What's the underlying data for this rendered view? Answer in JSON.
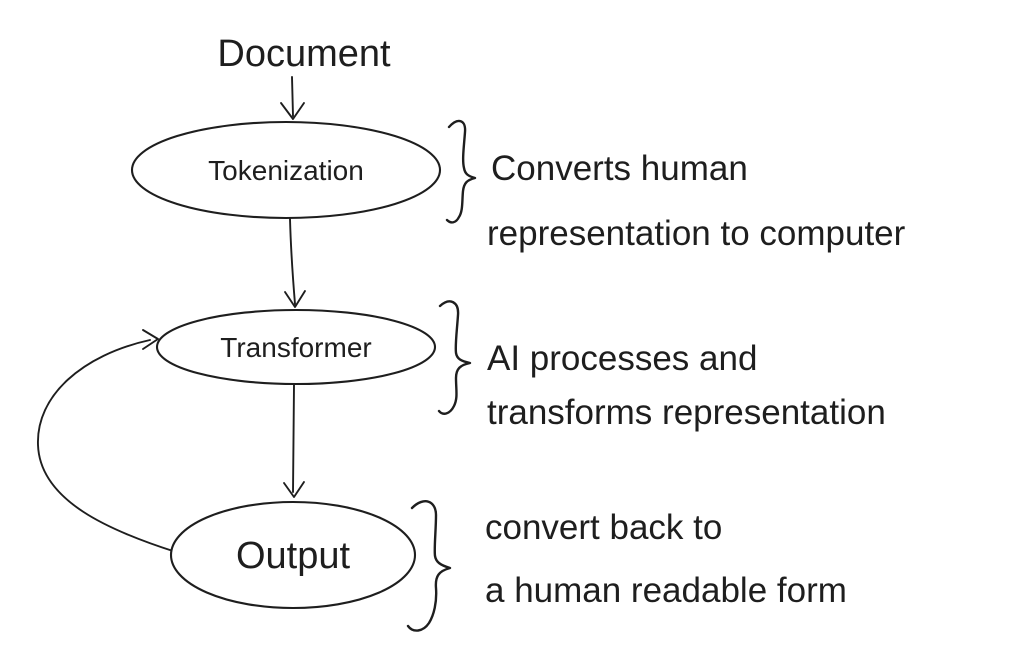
{
  "diagram": {
    "source": {
      "label": "Document"
    },
    "nodes": [
      {
        "id": "tokenization",
        "label": "Tokenization"
      },
      {
        "id": "transformer",
        "label": "Transformer"
      },
      {
        "id": "output",
        "label": "Output"
      }
    ],
    "edges": [
      {
        "from": "document",
        "to": "tokenization"
      },
      {
        "from": "tokenization",
        "to": "transformer"
      },
      {
        "from": "transformer",
        "to": "output"
      },
      {
        "from": "output",
        "to": "transformer",
        "type": "feedback-loop"
      }
    ],
    "annotations": [
      {
        "target": "tokenization",
        "lines": [
          "Converts human",
          "representation to computer"
        ]
      },
      {
        "target": "transformer",
        "lines": [
          "AI processes and",
          "transforms representation"
        ]
      },
      {
        "target": "output",
        "lines": [
          "convert back to",
          "a human readable form"
        ]
      }
    ],
    "colors": {
      "ink": "#1e1e1e",
      "background": "#ffffff"
    }
  }
}
